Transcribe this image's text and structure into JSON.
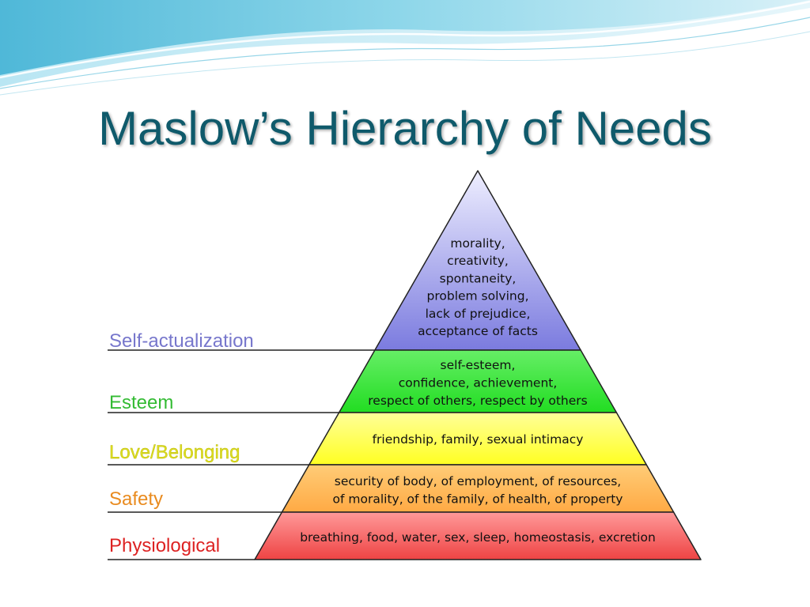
{
  "title": "Maslow’s Hierarchy of Needs",
  "levels": [
    {
      "name": "Self-actualization",
      "color": "#7777cc",
      "fill_top": "#eeeeff",
      "fill_bottom": "#7b7bdf",
      "lines": [
        "morality,",
        "creativity,",
        "spontaneity,",
        "problem solving,",
        "lack of prejudice,",
        "acceptance of facts"
      ]
    },
    {
      "name": "Esteem",
      "color": "#33bb33",
      "fill_top": "#66ee66",
      "fill_bottom": "#22dd22",
      "lines": [
        "self-esteem,",
        "confidence, achievement,",
        "respect of others, respect by others"
      ]
    },
    {
      "name": "Love/Belonging",
      "color": "#dddd22",
      "fill_top": "#ffff99",
      "fill_bottom": "#ffff22",
      "lines": [
        "friendship, family, sexual intimacy"
      ]
    },
    {
      "name": "Safety",
      "color": "#e98b1f",
      "fill_top": "#ffcc77",
      "fill_bottom": "#ffaa44",
      "lines": [
        "security of body, of employment, of resources,",
        "of morality, of the family, of health, of property"
      ]
    },
    {
      "name": "Physiological",
      "color": "#dd2222",
      "fill_top": "#ff9999",
      "fill_bottom": "#ee4444",
      "lines": [
        "breathing, food, water, sex, sleep, homeostasis, excretion"
      ]
    }
  ]
}
